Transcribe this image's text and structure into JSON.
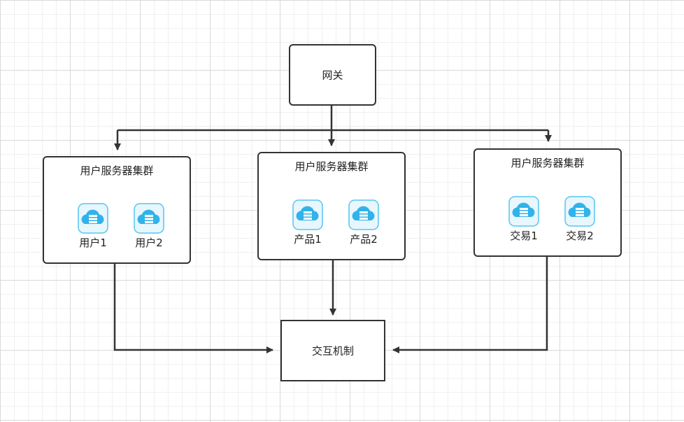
{
  "colors": {
    "line": "#333333",
    "icon_bg": "#e8f6fd",
    "icon_border": "#55c5ef",
    "icon_cloud": "#2fb3ea"
  },
  "gateway": {
    "label": "网关"
  },
  "interaction": {
    "label": "交互机制"
  },
  "clusters": [
    {
      "title": "用户服务器集群",
      "nodes": [
        {
          "label": "用户1",
          "icon": "cloud-server-icon"
        },
        {
          "label": "用户2",
          "icon": "cloud-server-icon"
        }
      ]
    },
    {
      "title": "用户服务器集群",
      "nodes": [
        {
          "label": "产品1",
          "icon": "cloud-server-icon"
        },
        {
          "label": "产品2",
          "icon": "cloud-server-icon"
        }
      ]
    },
    {
      "title": "用户服务器集群",
      "nodes": [
        {
          "label": "交易1",
          "icon": "cloud-server-icon"
        },
        {
          "label": "交易2",
          "icon": "cloud-server-icon"
        }
      ]
    }
  ]
}
